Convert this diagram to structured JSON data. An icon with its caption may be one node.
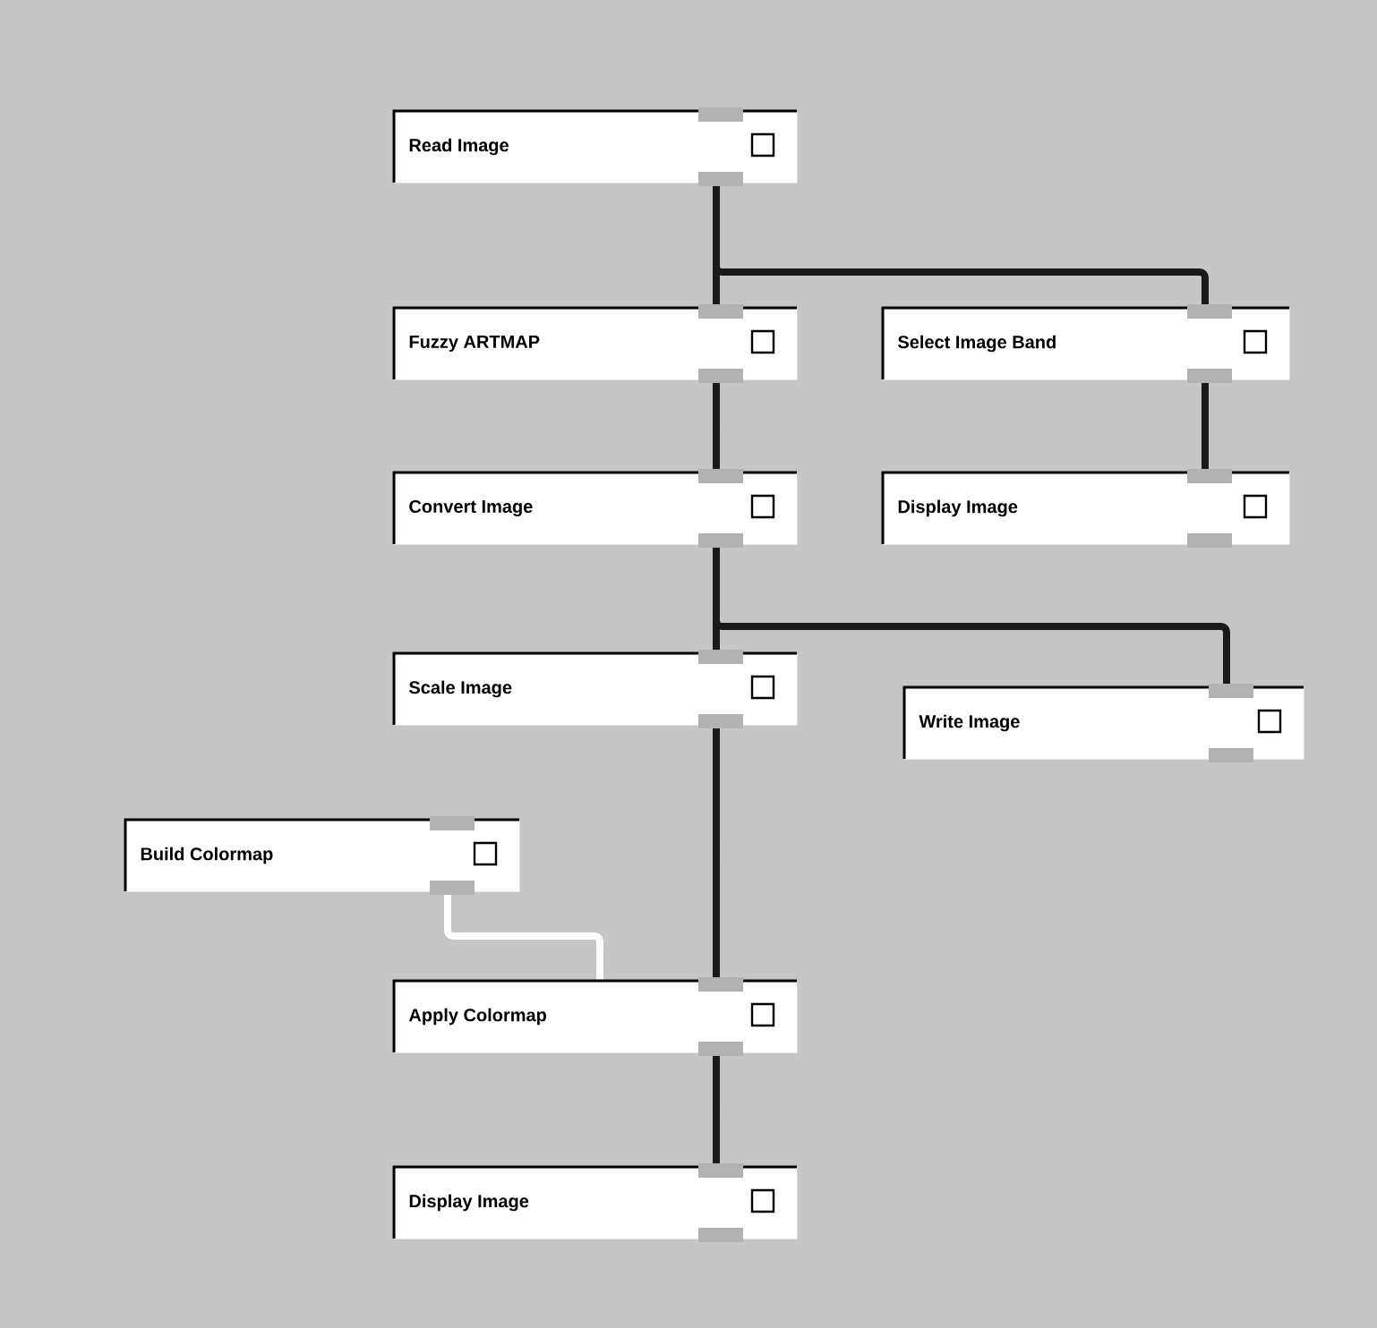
{
  "diagram": {
    "nodes": [
      {
        "text": [
          "Read Image"
        ]
      },
      {
        "text": [
          "Fuzzy ARTMAP"
        ]
      },
      {
        "text": [
          "Select Image Band"
        ]
      },
      {
        "text": [
          "Convert Image"
        ]
      },
      {
        "text": [
          "Display Image"
        ]
      },
      {
        "text": [
          "Scale Image"
        ]
      },
      {
        "text": [
          "Write Image"
        ]
      },
      {
        "text": [
          "Build Colormap"
        ]
      },
      {
        "text": [
          "Apply Colormap"
        ]
      },
      {
        "text": [
          "Display Image"
        ]
      }
    ],
    "edges": [
      {
        "from": 0,
        "to": 1,
        "arrow": "none"
      },
      {
        "from": 0,
        "to": 2,
        "arrow": "none"
      },
      {
        "from": 1,
        "to": 3,
        "arrow": "none"
      },
      {
        "from": 2,
        "to": 4,
        "arrow": "none"
      },
      {
        "from": 3,
        "to": 5,
        "arrow": "none"
      },
      {
        "from": 3,
        "to": 6,
        "arrow": "none"
      },
      {
        "from": 5,
        "to": 8,
        "arrow": "none"
      },
      {
        "from": 7,
        "to": 8,
        "arrow": "none",
        "color": "#ffffff"
      },
      {
        "from": 8,
        "to": 9,
        "arrow": "none"
      }
    ]
  }
}
